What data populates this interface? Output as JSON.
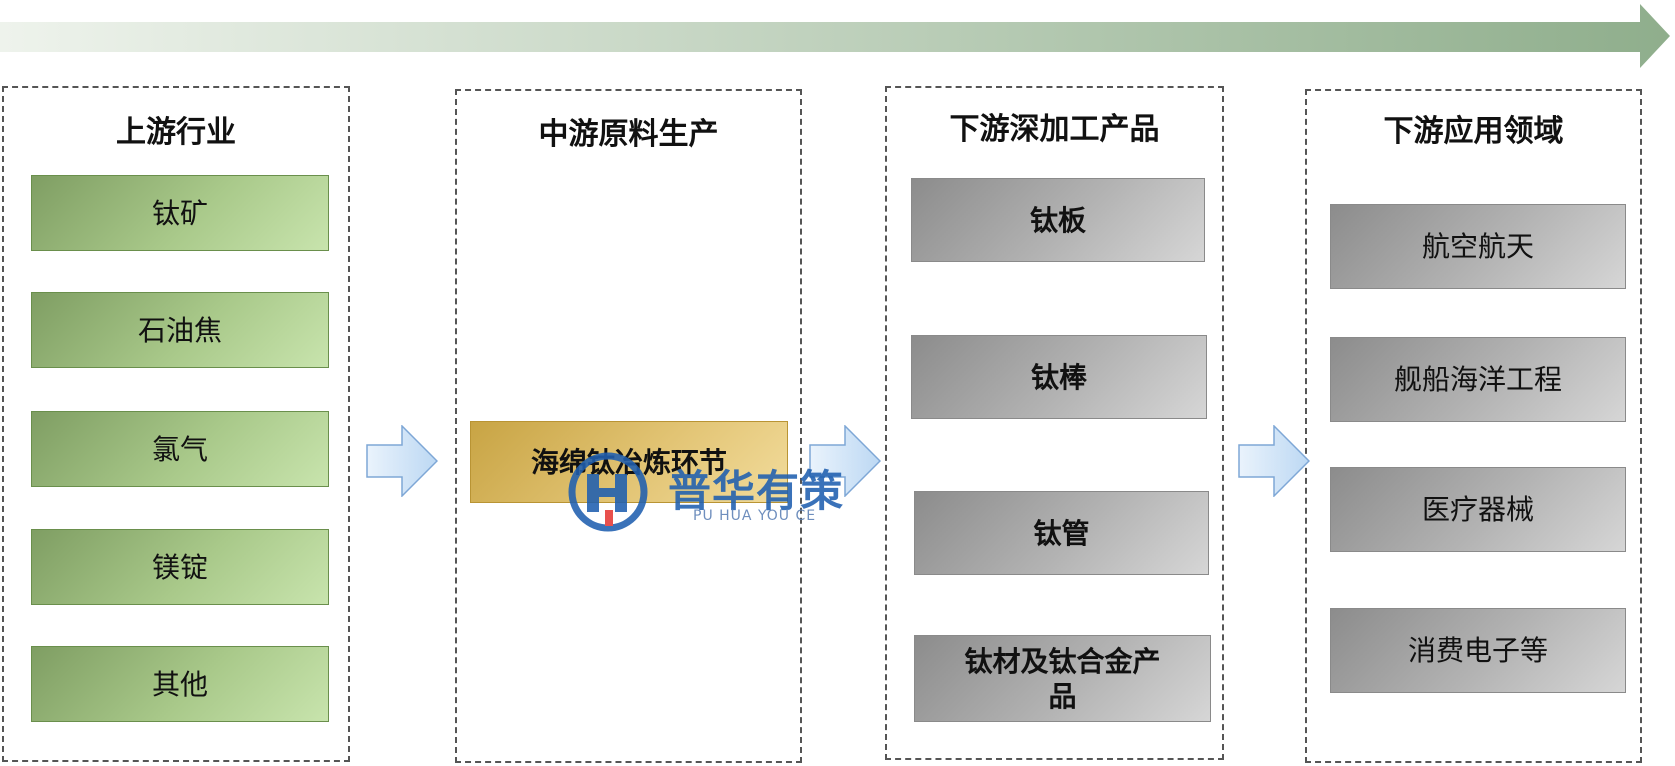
{
  "columns": {
    "upstream": {
      "title": "上游行业",
      "items": [
        "钛矿",
        "石油焦",
        "氯气",
        "镁锭",
        "其他"
      ]
    },
    "midstream": {
      "title": "中游原料生产",
      "items": [
        "海绵钛冶炼环节"
      ]
    },
    "downstream_products": {
      "title": "下游深加工产品",
      "items": [
        "钛板",
        "钛棒",
        "钛管",
        "钛材及钛合金产\n品"
      ]
    },
    "downstream_applications": {
      "title": "下游应用领域",
      "items": [
        "航空航天",
        "舰船海洋工程",
        "医疗器械",
        "消费电子等"
      ]
    }
  },
  "watermark": {
    "brand": "普华有策",
    "subtitle": "PU HUA YOU CE"
  },
  "colors": {
    "green_box": "#a9c98a",
    "gray_box": "#b3b3b3",
    "gold_box": "#e2c474",
    "flow_arrow": "#cfe3f7",
    "watermark": "#1f5fb0"
  }
}
